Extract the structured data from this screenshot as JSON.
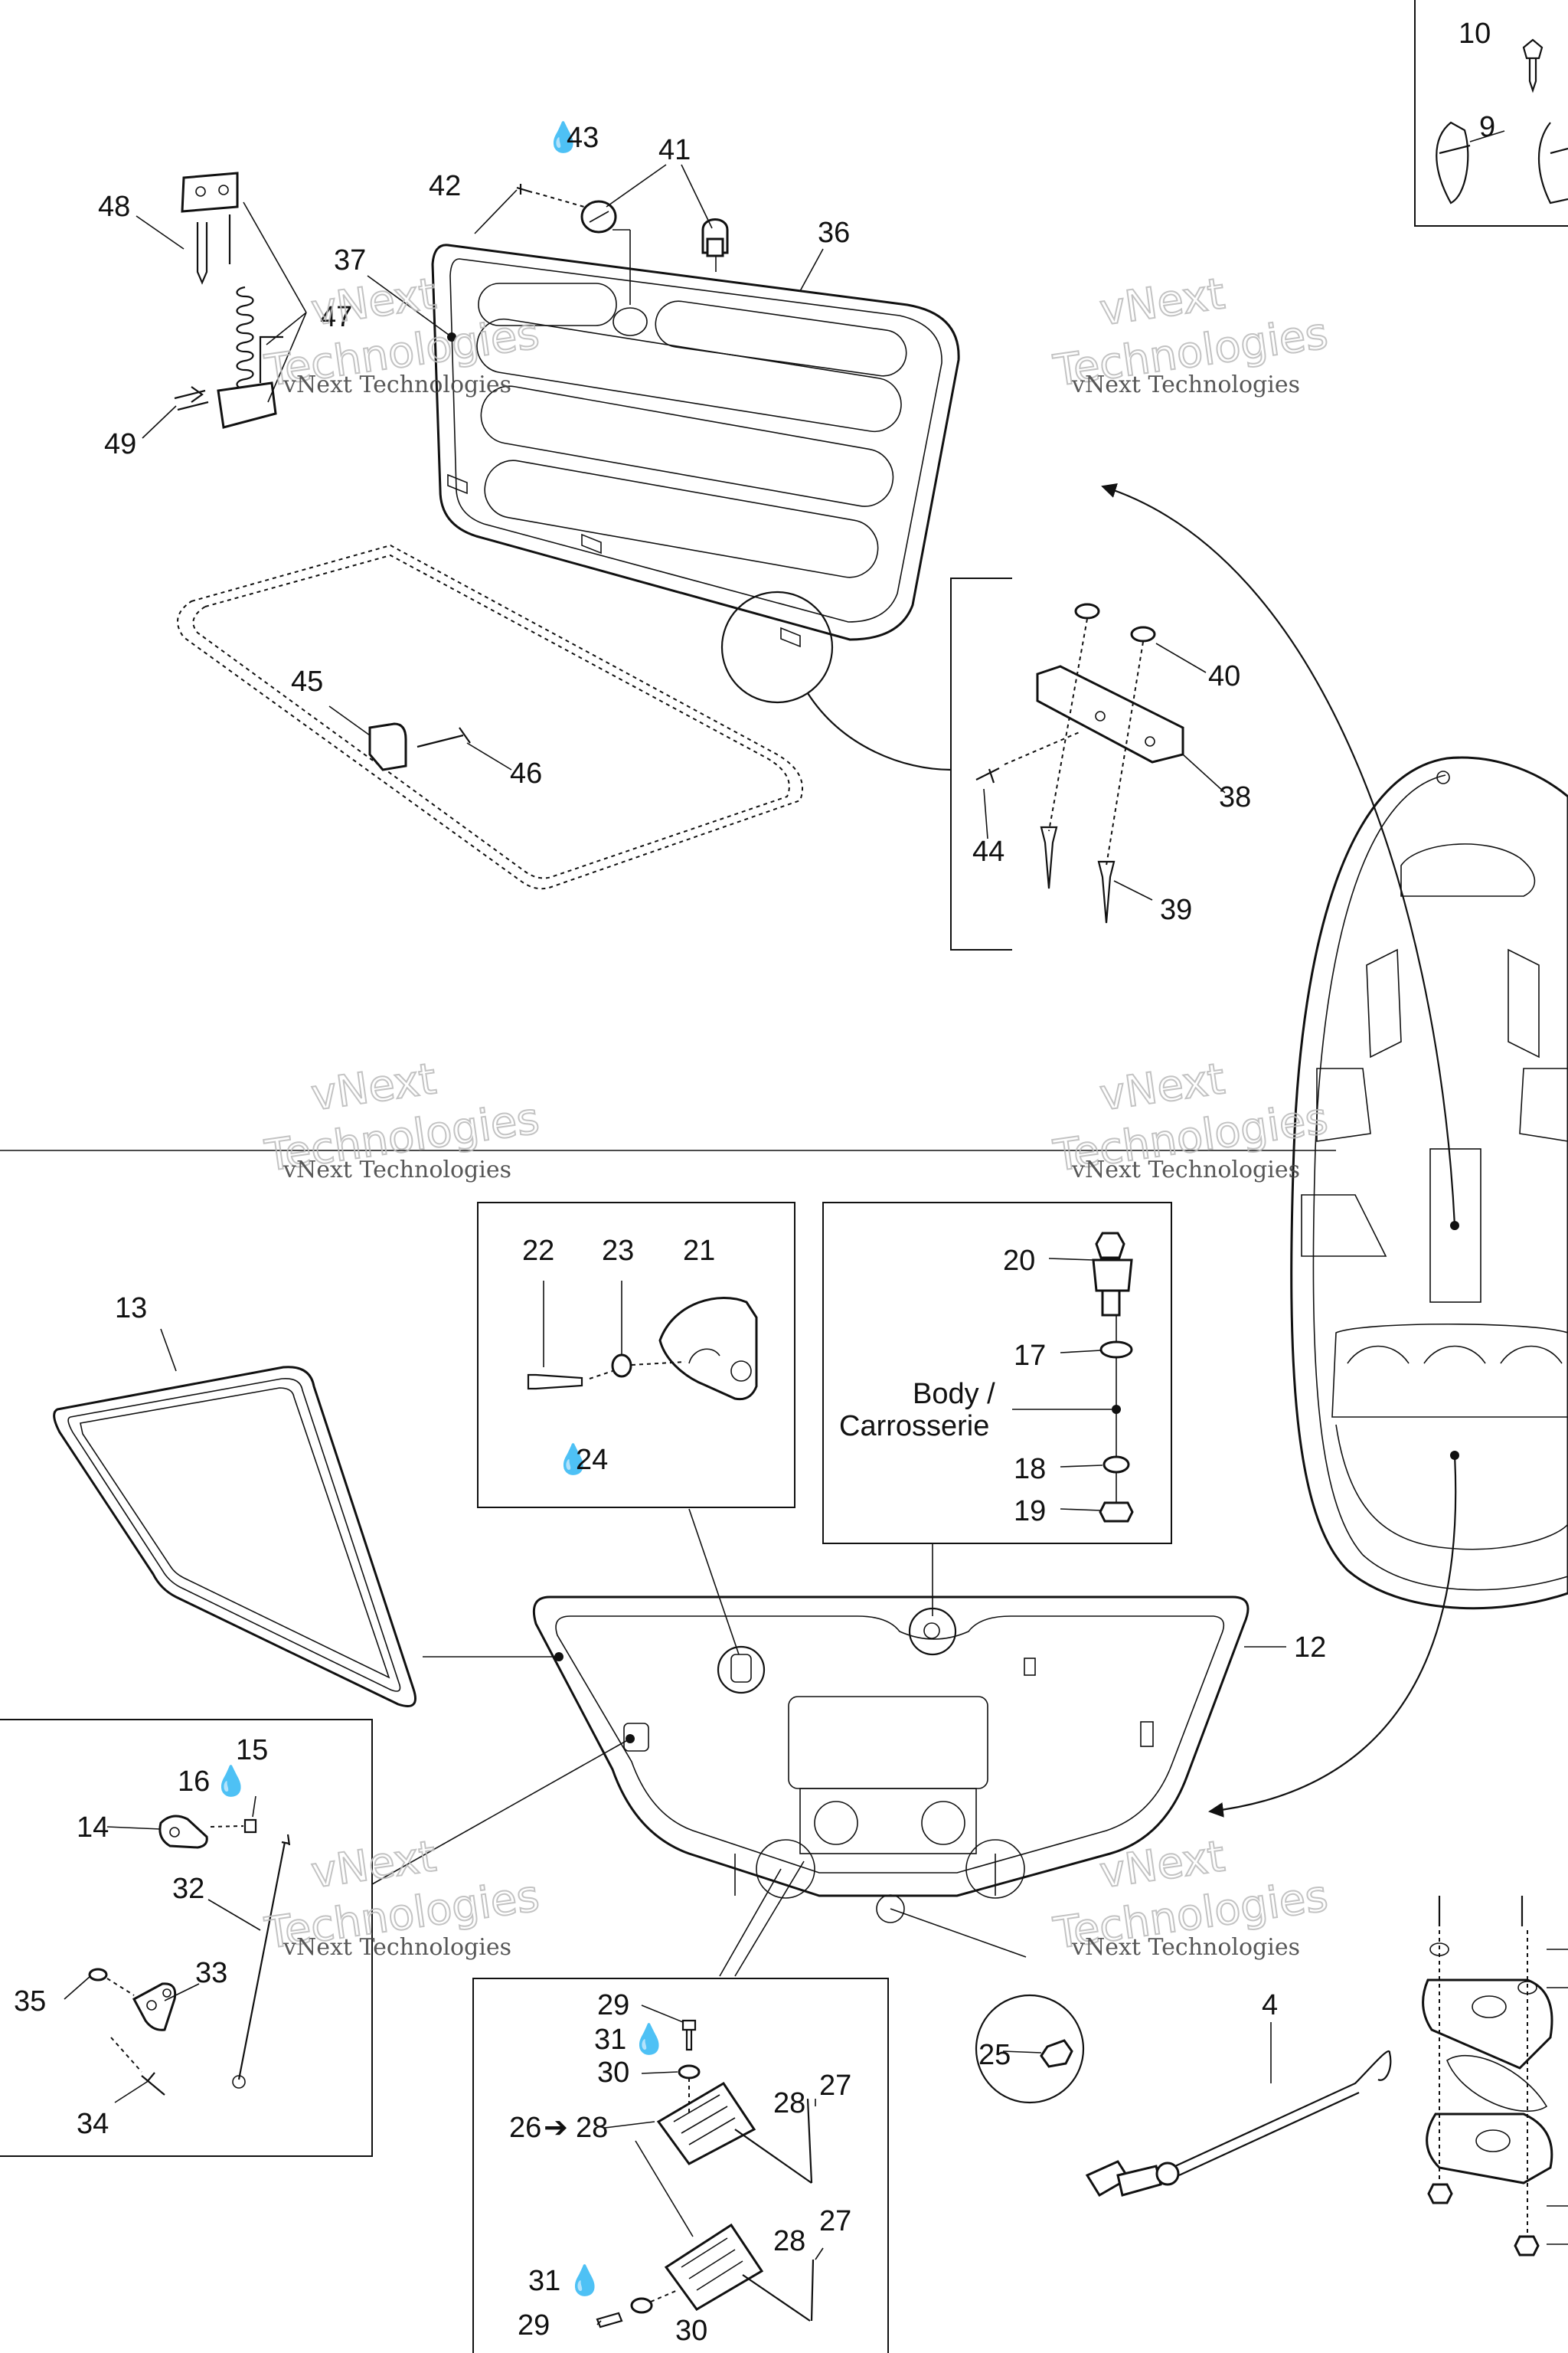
{
  "labels": {
    "p4": "4",
    "p9": "9",
    "p10": "10",
    "p12": "12",
    "p13": "13",
    "p14": "14",
    "p15": "15",
    "p16": "16",
    "p17": "17",
    "p18": "18",
    "p19": "19",
    "p20": "20",
    "p21": "21",
    "p22": "22",
    "p23": "23",
    "p24": "24",
    "p25": "25",
    "p26": "26",
    "p27a": "27",
    "p27b": "27",
    "p28a": "28",
    "p28b": "28",
    "p28c": "28",
    "p29a": "29",
    "p29b": "29",
    "p30a": "30",
    "p30b": "30",
    "p31a": "31",
    "p31b": "31",
    "p32": "32",
    "p33": "33",
    "p34": "34",
    "p35": "35",
    "p36": "36",
    "p37": "37",
    "p38": "38",
    "p39": "39",
    "p40": "40",
    "p41": "41",
    "p42": "42",
    "p43": "43",
    "p44": "44",
    "p45": "45",
    "p46": "46",
    "p47": "47",
    "p48": "48",
    "p49": "49"
  },
  "body_note": {
    "line1": "Body /",
    "line2": "Carrosserie"
  },
  "watermark": {
    "line1": "vNext Technologies",
    "line2": "vNext",
    "line3": "Technologies"
  }
}
